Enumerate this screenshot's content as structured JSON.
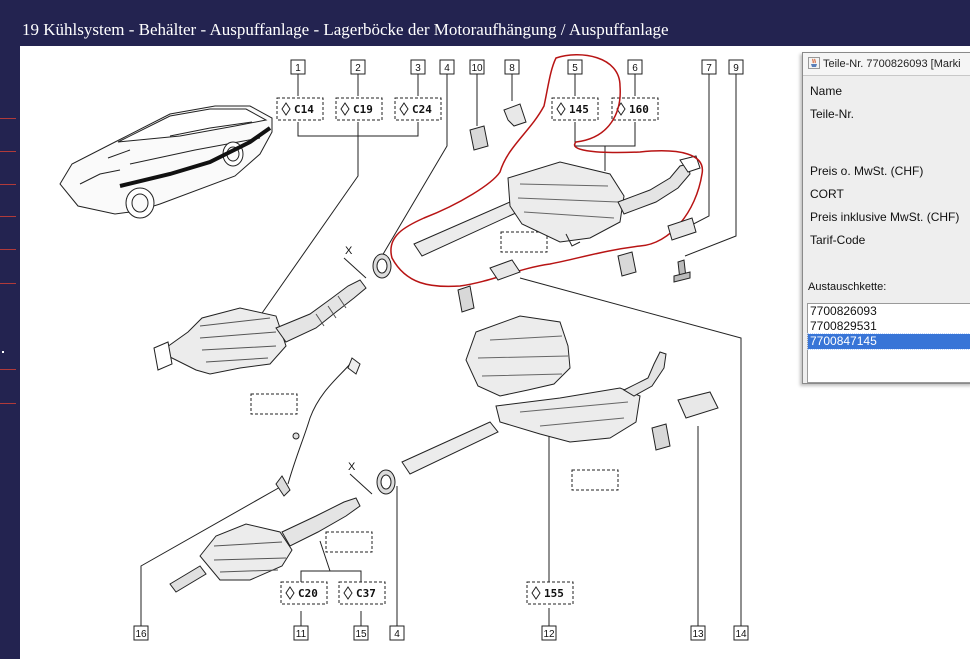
{
  "window": {
    "title": "19 Kühlsystem - Behälter - Auspuffanlage - Lagerböcke der Motoraufhängung / Auspuffanlage"
  },
  "callouts": [
    "1",
    "2",
    "3",
    "4",
    "10",
    "8",
    "5",
    "6",
    "7",
    "9",
    "16",
    "11",
    "15",
    "4",
    "12",
    "13",
    "14"
  ],
  "codes": [
    "C14",
    "C19",
    "C24",
    "145",
    "160",
    "C20",
    "C37",
    "155"
  ],
  "markers": [
    "X",
    "X"
  ],
  "dialog": {
    "title": "Teile-Nr. 7700826093 [Marki",
    "labels": {
      "name": "Name",
      "part_no": "Teile-Nr.",
      "price_net": "Preis o. MwSt. (CHF)",
      "cort": "CORT",
      "price_gross": "Preis inklusive MwSt. (CHF)",
      "tarif": "Tarif-Code",
      "exchange_chain": "Austauschkette:"
    },
    "exchange_list": [
      "7700826093",
      "7700829531",
      "7700847145"
    ],
    "selected_index": 2
  },
  "colors": {
    "frame_bg": "#232350",
    "annotation_red": "#b81414",
    "selection": "#3875d7"
  }
}
